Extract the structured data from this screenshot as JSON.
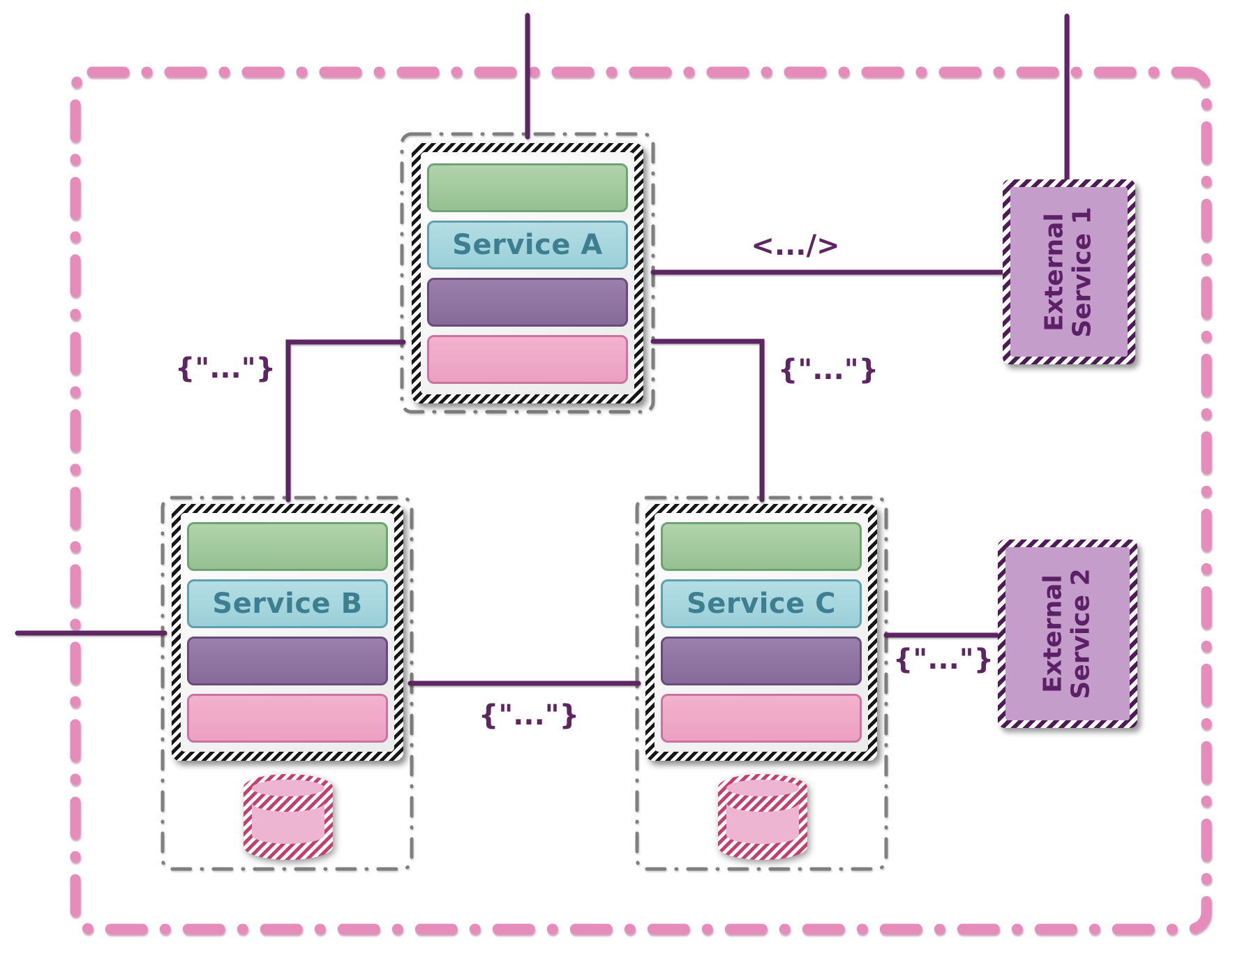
{
  "diagram": {
    "type": "microservices-architecture",
    "background": "#ffffff",
    "boundary_style": "pink dash-dot rounded rectangle"
  },
  "services": [
    {
      "label": "Service A",
      "has_database": false
    },
    {
      "label": "Service B",
      "has_database": true
    },
    {
      "label": "Service C",
      "has_database": true
    }
  ],
  "external_services": [
    {
      "label": "External\nService 1"
    },
    {
      "label": "External\nService 2"
    }
  ],
  "connections": [
    {
      "from": "Service A",
      "to": "External Service 1",
      "label": "<.../>"
    },
    {
      "from": "Service A",
      "to": "Service B",
      "label": "{\"...\"}"
    },
    {
      "from": "Service A",
      "to": "Service C",
      "label": "{\"...\"}"
    },
    {
      "from": "Service B",
      "to": "Service C",
      "label": "{\"...\"}"
    },
    {
      "from": "Service C",
      "to": "External Service 2",
      "label": "{\"...\"}"
    }
  ],
  "colors": {
    "boundary_pink": "#e58cbb",
    "group_border_gray": "#7f7f7f",
    "connection_purple": "#5d2562",
    "layer_green": "#a5cba0",
    "layer_teal": "#a9d6de",
    "layer_purple": "#907699",
    "layer_pink": "#efaac8",
    "service_text_teal": "#3d7f90",
    "external_fill": "#c49dcb",
    "external_text": "#5b2066",
    "database_pink": "#eeb5d3",
    "database_stripe": "#c23f6e",
    "hatch_black": "#161616"
  }
}
